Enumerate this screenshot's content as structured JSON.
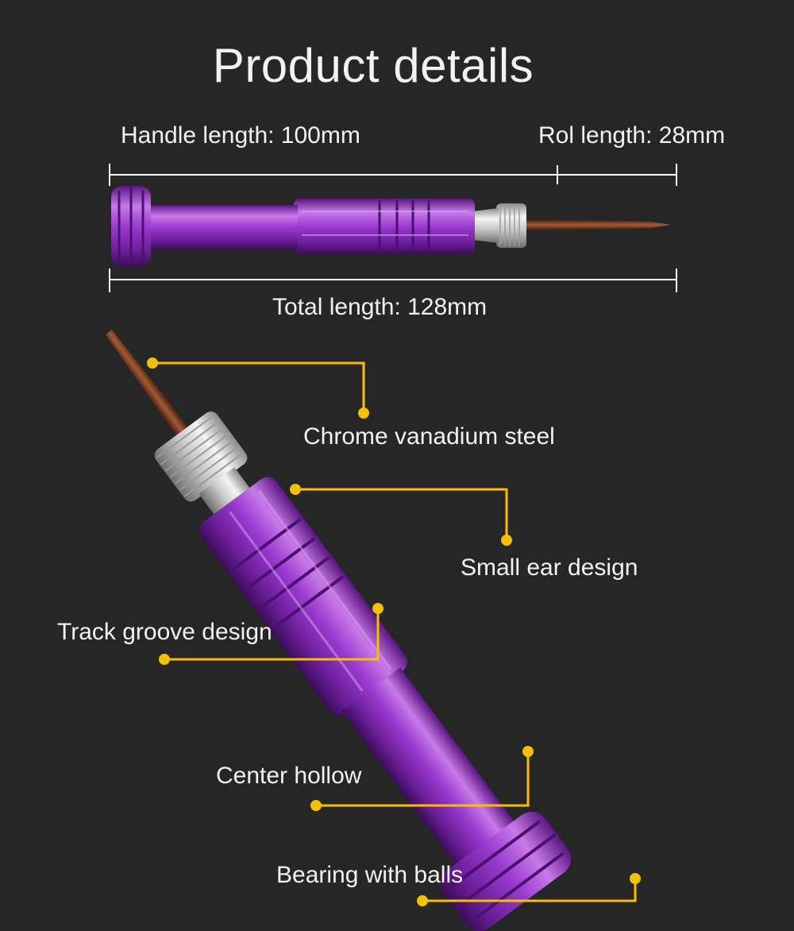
{
  "title": "Product details",
  "dimensions": {
    "handle_length": "Handle length: 100mm",
    "rod_length": "Rol length: 28mm",
    "total_length": "Total length: 128mm"
  },
  "callouts": {
    "chrome_vanadium_steel": "Chrome vanadium steel",
    "small_ear_design": "Small ear design",
    "track_groove_design": "Track groove design",
    "center_hollow": "Center hollow",
    "bearing_with_balls": "Bearing with balls"
  },
  "colors": {
    "background": "#262626",
    "accent": "#f5c000",
    "handle_purple": "#8a2fc0",
    "chuck_silver": "#d9d9d9",
    "tip_brown": "#7a3a22"
  }
}
